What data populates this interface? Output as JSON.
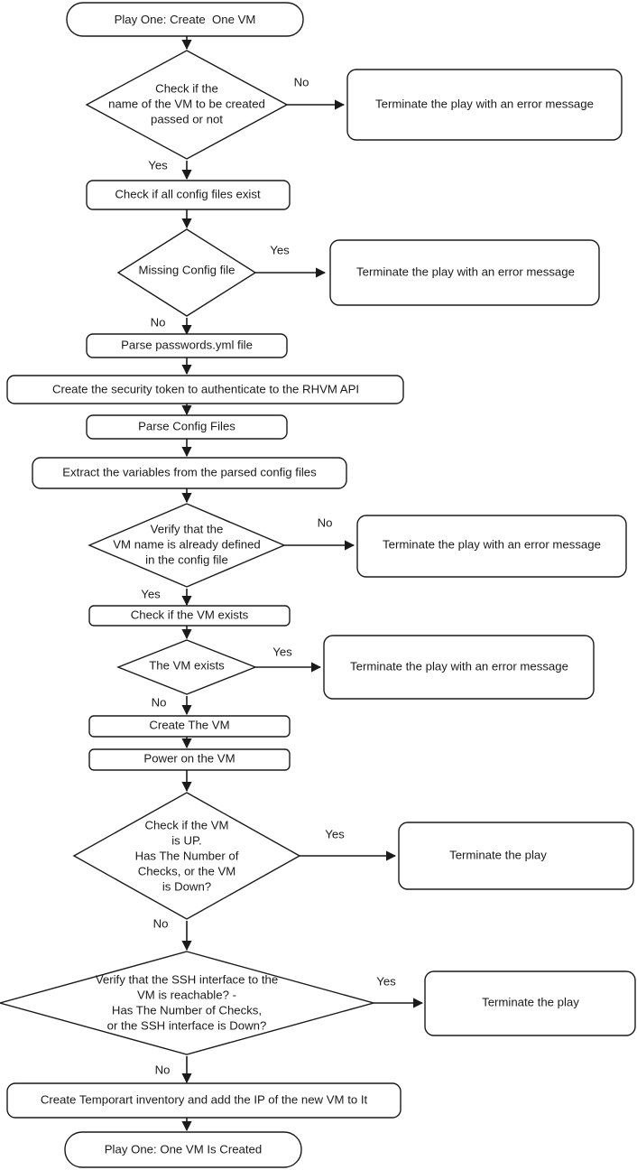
{
  "diagram": {
    "title": "Play One: Create One VM flowchart",
    "type": "flowchart",
    "colors": {
      "background": "#ffffff",
      "stroke": "#1a1a1a",
      "fill": "#ffffff",
      "text": "#1a1a1a"
    }
  },
  "nodes": {
    "start": {
      "label": "Play One: Create  One VM",
      "shape": "terminator"
    },
    "d_name_passed": {
      "shape": "decision",
      "lines": [
        "Check if the",
        "name of the VM to be created",
        "passed or not"
      ]
    },
    "t_err_1": {
      "label": "Terminate the play with an error message",
      "shape": "process"
    },
    "p_check_config": {
      "label": "Check if all config files exist",
      "shape": "process"
    },
    "d_missing_config": {
      "shape": "decision",
      "lines": [
        "Missing Config file"
      ]
    },
    "t_err_2": {
      "label": "Terminate the play with an error message",
      "shape": "process"
    },
    "p_parse_passwords": {
      "label": "Parse passwords.yml file",
      "shape": "process"
    },
    "p_security_token": {
      "label": "Create the security token to authenticate to the RHVM API",
      "shape": "process"
    },
    "p_parse_config": {
      "label": "Parse Config Files",
      "shape": "process"
    },
    "p_extract_vars": {
      "label": "Extract the variables from the parsed config files",
      "shape": "process"
    },
    "d_verify_name": {
      "shape": "decision",
      "lines": [
        "Verify that the",
        "VM name is already defined",
        "in the config file"
      ]
    },
    "t_err_3": {
      "label": "Terminate the play with an error message",
      "shape": "process"
    },
    "p_check_vm_exists": {
      "label": "Check if the VM exists",
      "shape": "process"
    },
    "d_vm_exists": {
      "shape": "decision",
      "lines": [
        "The VM exists"
      ]
    },
    "t_err_4": {
      "label": "Terminate the play with an error message",
      "shape": "process"
    },
    "p_create_vm": {
      "label": "Create The VM",
      "shape": "process"
    },
    "p_power_on": {
      "label": "Power on the VM",
      "shape": "process"
    },
    "d_vm_up": {
      "shape": "decision",
      "lines": [
        "Check if the VM",
        "is UP.",
        "Has The Number of",
        "Checks, or the VM",
        "is Down?"
      ]
    },
    "t_end_1": {
      "label": "Terminate the play",
      "shape": "process"
    },
    "d_ssh": {
      "shape": "decision",
      "lines": [
        "Verify that the SSH interface to the",
        "VM is reachable? -",
        "Has The Number of Checks,",
        "or the SSH interface is Down?"
      ]
    },
    "t_end_2": {
      "label": "Terminate the play",
      "shape": "process"
    },
    "p_temp_inventory": {
      "label": "Create Temporart inventory and add the IP of the new VM to It",
      "shape": "process"
    },
    "end": {
      "label": "Play One: One VM Is Created",
      "shape": "terminator"
    }
  },
  "edge_labels": {
    "no_1": "No",
    "yes_1": "Yes",
    "yes_2": "Yes",
    "no_2": "No",
    "no_3": "No",
    "yes_3": "Yes",
    "yes_4": "Yes",
    "no_4": "No",
    "yes_5": "Yes",
    "no_5": "No",
    "yes_6": "Yes",
    "no_6": "No"
  }
}
